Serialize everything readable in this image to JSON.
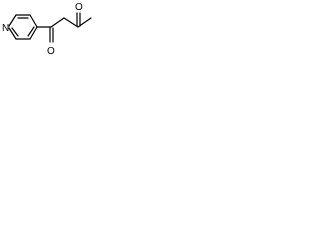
{
  "molecule": {
    "atoms": {
      "ring_nitrogen": "N",
      "ketone_oxygen_1": "O",
      "ketone_oxygen_2": "O"
    }
  }
}
